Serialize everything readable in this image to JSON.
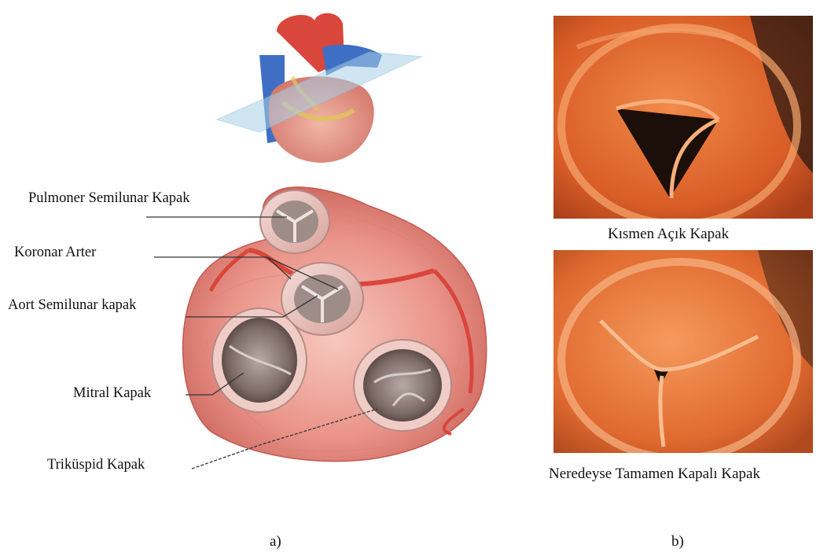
{
  "panel_a": {
    "letter": "a)",
    "labels": {
      "pulmonary": "Pulmoner Semilunar Kapak",
      "coronary": "Koronar Arter",
      "aortic": "Aort Semilunar kapak",
      "mitral": "Mitral Kapak",
      "tricuspid": "Triküspid Kapak"
    }
  },
  "panel_b": {
    "letter": "b)",
    "captions": {
      "top": "Kısmen Açık Kapak",
      "bottom": "Neredeyse Tamamen Kapalı Kapak"
    }
  },
  "colors": {
    "tissue": "#e8897f",
    "tissue_dark": "#c9625a",
    "artery": "#d9463b",
    "vein_blue": "#3f6fc4",
    "plane": "#a9d0e8",
    "valve_photo": "#e0682e"
  }
}
